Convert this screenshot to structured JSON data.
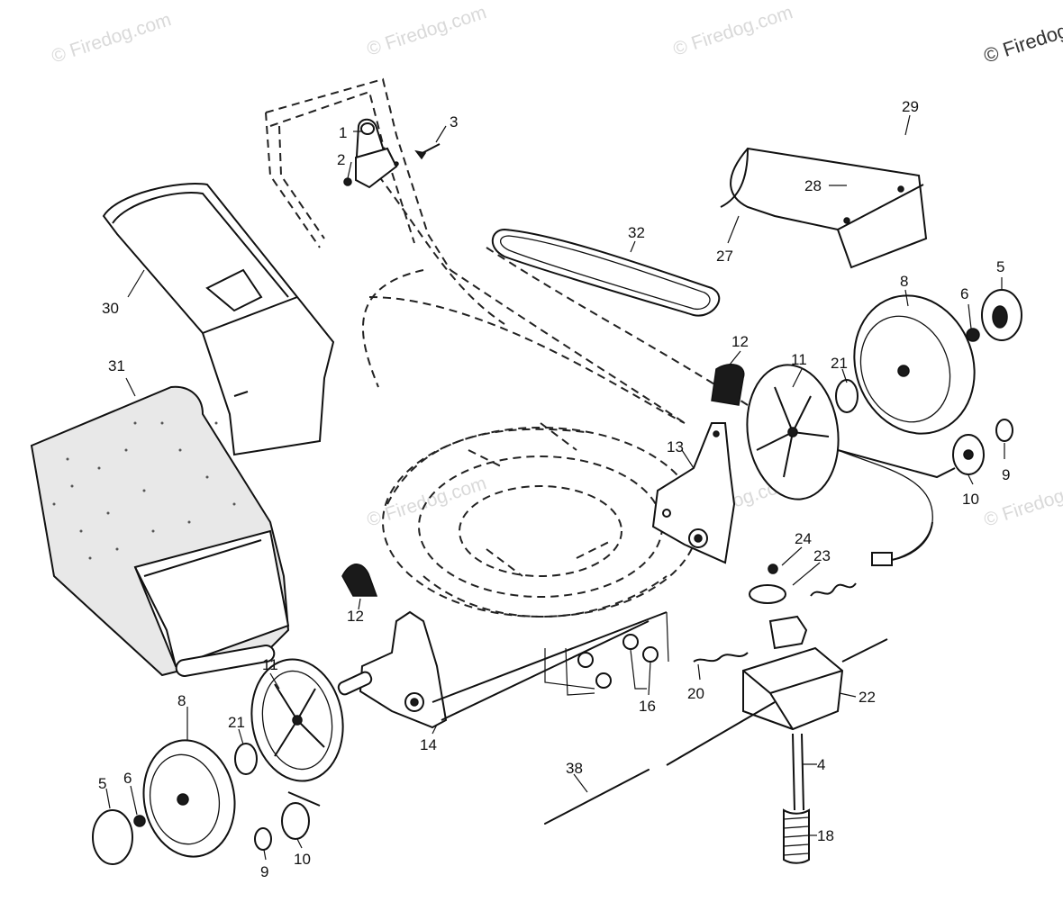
{
  "copyright": "© Firedog.com",
  "watermark_text": "© Firedog.com",
  "colors": {
    "ink": "#111111",
    "watermark": "#d9d9d9",
    "background": "#ffffff"
  },
  "callouts": {
    "p1": "1",
    "p2": "2",
    "p3": "3",
    "p4": "4",
    "p5a": "5",
    "p5b": "5",
    "p6a": "6",
    "p6b": "6",
    "p8a": "8",
    "p8b": "8",
    "p9a": "9",
    "p9b": "9",
    "p10a": "10",
    "p10b": "10",
    "p11a": "11",
    "p11b": "11",
    "p12a": "12",
    "p12b": "12",
    "p13": "13",
    "p14": "14",
    "p16": "16",
    "p18": "18",
    "p20": "20",
    "p21a": "21",
    "p21b": "21",
    "p22": "22",
    "p23": "23",
    "p24": "24",
    "p27": "27",
    "p28": "28",
    "p29": "29",
    "p30": "30",
    "p31": "31",
    "p32": "32",
    "p38": "38"
  }
}
